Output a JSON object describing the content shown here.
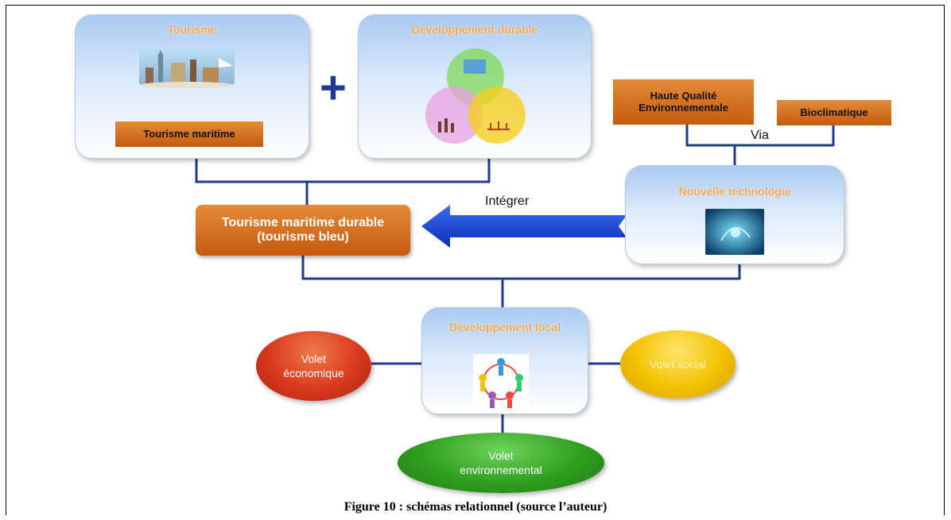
{
  "nodes": {
    "tourisme": "Tourisme",
    "tourisme_maritime": "Tourisme maritime",
    "developpement_durable": "Développement durable",
    "haute_qualite": "Haute Qualité Environnementale",
    "bioclimatique": "Bioclimatique",
    "nouvelle_technologie": "Nouvelle technologie",
    "tourisme_bleu": "Tourisme maritime durable (tourisme bleu)",
    "developpement_local": "Développement local",
    "volet_economique": "Volet économique",
    "volet_social": "Volet social",
    "volet_environnemental": "Volet environnemental"
  },
  "symbols": {
    "plus": "+"
  },
  "edge_labels": {
    "via": "Via",
    "integrer": "Intégrer"
  },
  "caption": "Figure 10 : schémas relationnel (source l’auteur)",
  "colors": {
    "box_gradient_top": "#a9c9f0",
    "box_title": "#f6a64a",
    "orange": "#d26c1f",
    "line": "#1f3b8f",
    "economique": "#d9381e",
    "social": "#f2c200",
    "environnemental": "#2f9e1f"
  },
  "icons": [
    "travel-collage-icon",
    "venn-diagram-icon",
    "technology-icon",
    "people-network-icon"
  ]
}
